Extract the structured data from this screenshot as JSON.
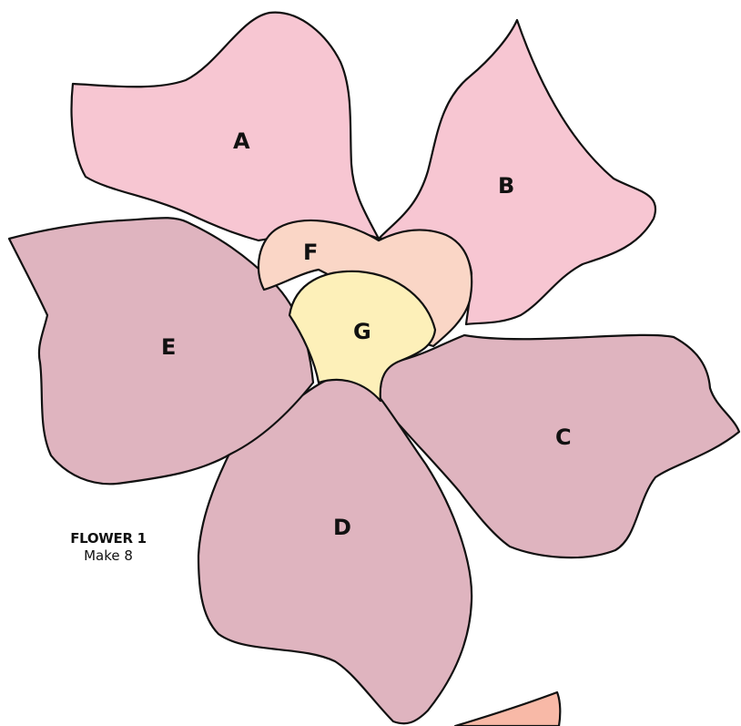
{
  "pattern": {
    "title": "FLOWER 1",
    "instruction": "Make 8"
  },
  "pieces": [
    {
      "label": "A",
      "color": "#f7c6d2"
    },
    {
      "label": "B",
      "color": "#f7c6d2"
    },
    {
      "label": "C",
      "color": "#dfb4bf"
    },
    {
      "label": "D",
      "color": "#dfb4bf"
    },
    {
      "label": "E",
      "color": "#dfb4bf"
    },
    {
      "label": "F",
      "color": "#fad6c6"
    },
    {
      "label": "G",
      "color": "#fdf0b9"
    }
  ],
  "partial_piece": {
    "color": "#f8b9a7"
  },
  "outline_color": "#111111"
}
